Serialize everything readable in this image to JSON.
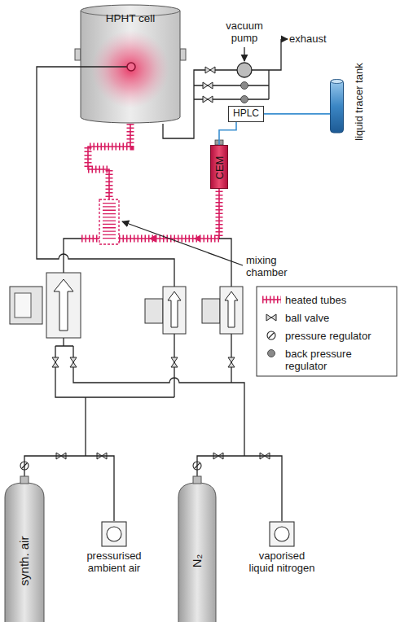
{
  "diagram": {
    "nodes": [
      {
        "text": [
          "HPHT cell"
        ]
      },
      {
        "text": [
          "HPLC"
        ]
      },
      {
        "text": [
          "liquid tracer tank"
        ]
      },
      {
        "text": [
          "CEM"
        ]
      },
      {
        "text": [
          "synth. air"
        ]
      },
      {
        "text": [
          "pressurised ambient air"
        ]
      },
      {
        "text": [
          "N₂"
        ]
      },
      {
        "text": [
          "vaporised liquid nitrogen"
        ]
      }
    ],
    "edges": [
      {
        "from": 1,
        "to": 2,
        "arrow": "none"
      },
      {
        "from": 1,
        "to": 3,
        "arrow": "none"
      },
      {
        "from": 4,
        "to": 5,
        "arrow": "none"
      },
      {
        "from": 6,
        "to": 7,
        "arrow": "none"
      }
    ],
    "labels": [
      "vacuum pump",
      "exhaust",
      "mixing chamber"
    ],
    "legend": [
      {
        "text": "heated tubes"
      },
      {
        "text": "ball valve"
      },
      {
        "text": "pressure regulator"
      },
      {
        "text": "back pressure regulator"
      }
    ]
  }
}
